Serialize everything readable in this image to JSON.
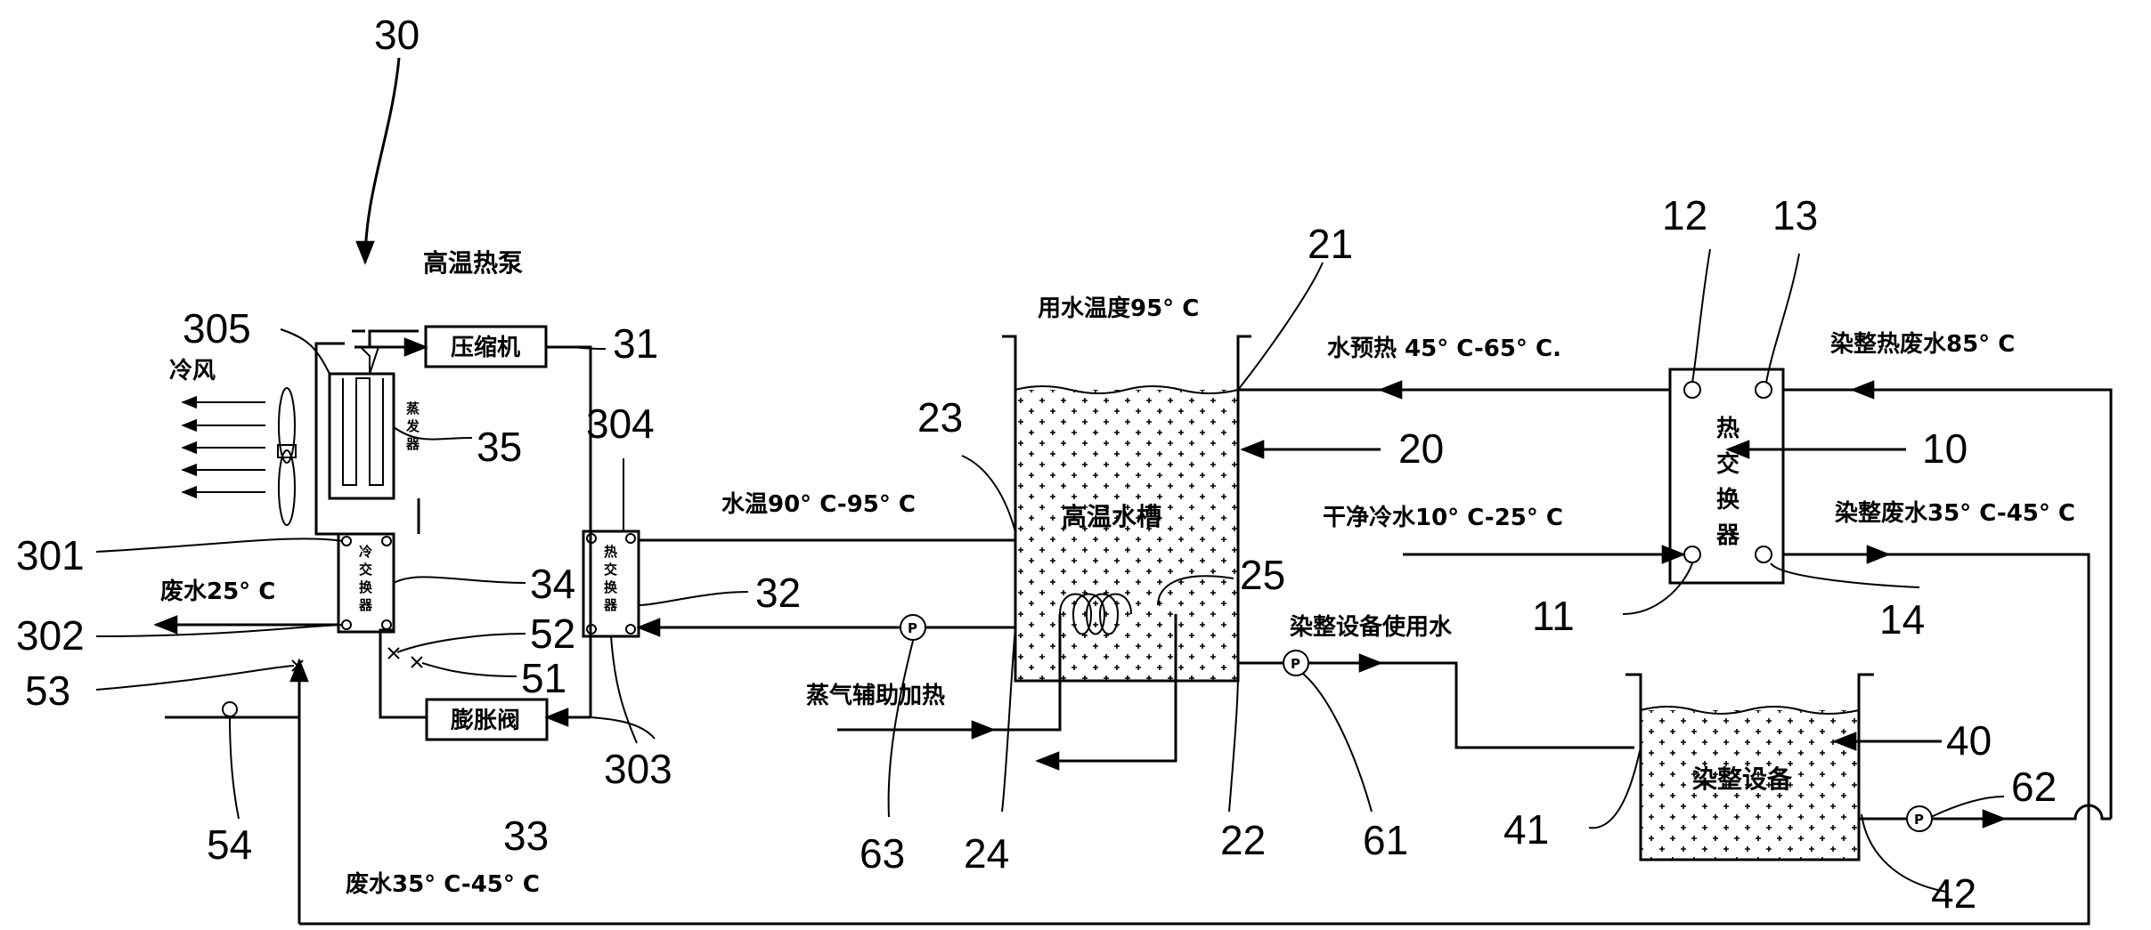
{
  "refs": {
    "r30": "30",
    "r305": "305",
    "r31": "31",
    "r35": "35",
    "r304": "304",
    "r301": "301",
    "r302": "302",
    "r53": "53",
    "r34": "34",
    "r52": "52",
    "r51": "51",
    "r32": "32",
    "r54": "54",
    "r33": "33",
    "r303": "303",
    "r23": "23",
    "r21": "21",
    "r20": "20",
    "r25": "25",
    "r24": "24",
    "r22": "22",
    "r63": "63",
    "r61": "61",
    "r12": "12",
    "r13": "13",
    "r10": "10",
    "r11": "11",
    "r14": "14",
    "r40": "40",
    "r41": "41",
    "r42": "42",
    "r62": "62"
  },
  "labels": {
    "heat_pump": "高温热泵",
    "cold_air": "冷风",
    "compressor": "压缩机",
    "evaporator_v": [
      "蒸",
      "发",
      "器"
    ],
    "cold_exchanger_v": [
      "冷",
      "交",
      "换",
      "器"
    ],
    "hot_exchanger_v": [
      "热",
      "交",
      "换",
      "器"
    ],
    "expansion_valve": "膨胀阀",
    "waste_water_25": "废水25° C",
    "waste_water_35_45": "废水35° C-45° C",
    "water_temp_90_95": "水温90° C-95° C",
    "use_temp_95": "用水温度95° C",
    "hot_tank": "高温水槽",
    "steam_aux": "蒸气辅助加热",
    "preheat": "水预热  45° C-65° C.",
    "clean_cold": "干净冷水10° C-25° C",
    "dye_equip_water": "染整设备使用水",
    "dye_hot_waste": "染整热废水85° C",
    "main_exchanger_v": [
      "热",
      "交",
      "换",
      "器"
    ],
    "dye_waste_35_45": "染整废水35° C-45° C",
    "dye_equipment": "染整设备"
  },
  "colors": {
    "line": "#000000",
    "background": "#ffffff"
  }
}
